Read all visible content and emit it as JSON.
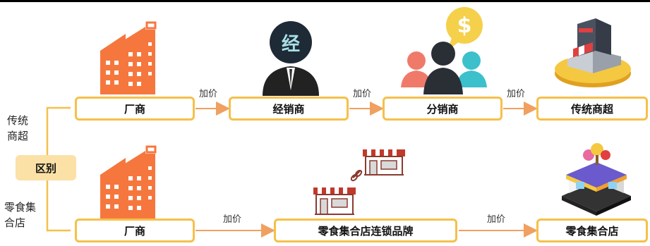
{
  "left": {
    "label_top_line1": "传统",
    "label_top_line2": "商超",
    "difference_label": "区别",
    "label_bottom_line1": "零食集",
    "label_bottom_line2": "合店"
  },
  "rows": {
    "traditional": {
      "nodes": [
        "厂商",
        "经销商",
        "分销商",
        "传统商超"
      ],
      "edge_labels": [
        "加价",
        "加价",
        "加价"
      ]
    },
    "snack": {
      "nodes": [
        "厂商",
        "零食集合店连锁品牌",
        "零食集合店"
      ],
      "edge_labels": [
        "加价",
        "加价"
      ]
    }
  },
  "icons": {
    "distributor_badge": "经",
    "money_symbol": "$"
  },
  "colors": {
    "box_border": "#f5c04a",
    "arrow": "#f0a060",
    "factory": "#f5773e",
    "badge": "#fbe1a6"
  }
}
